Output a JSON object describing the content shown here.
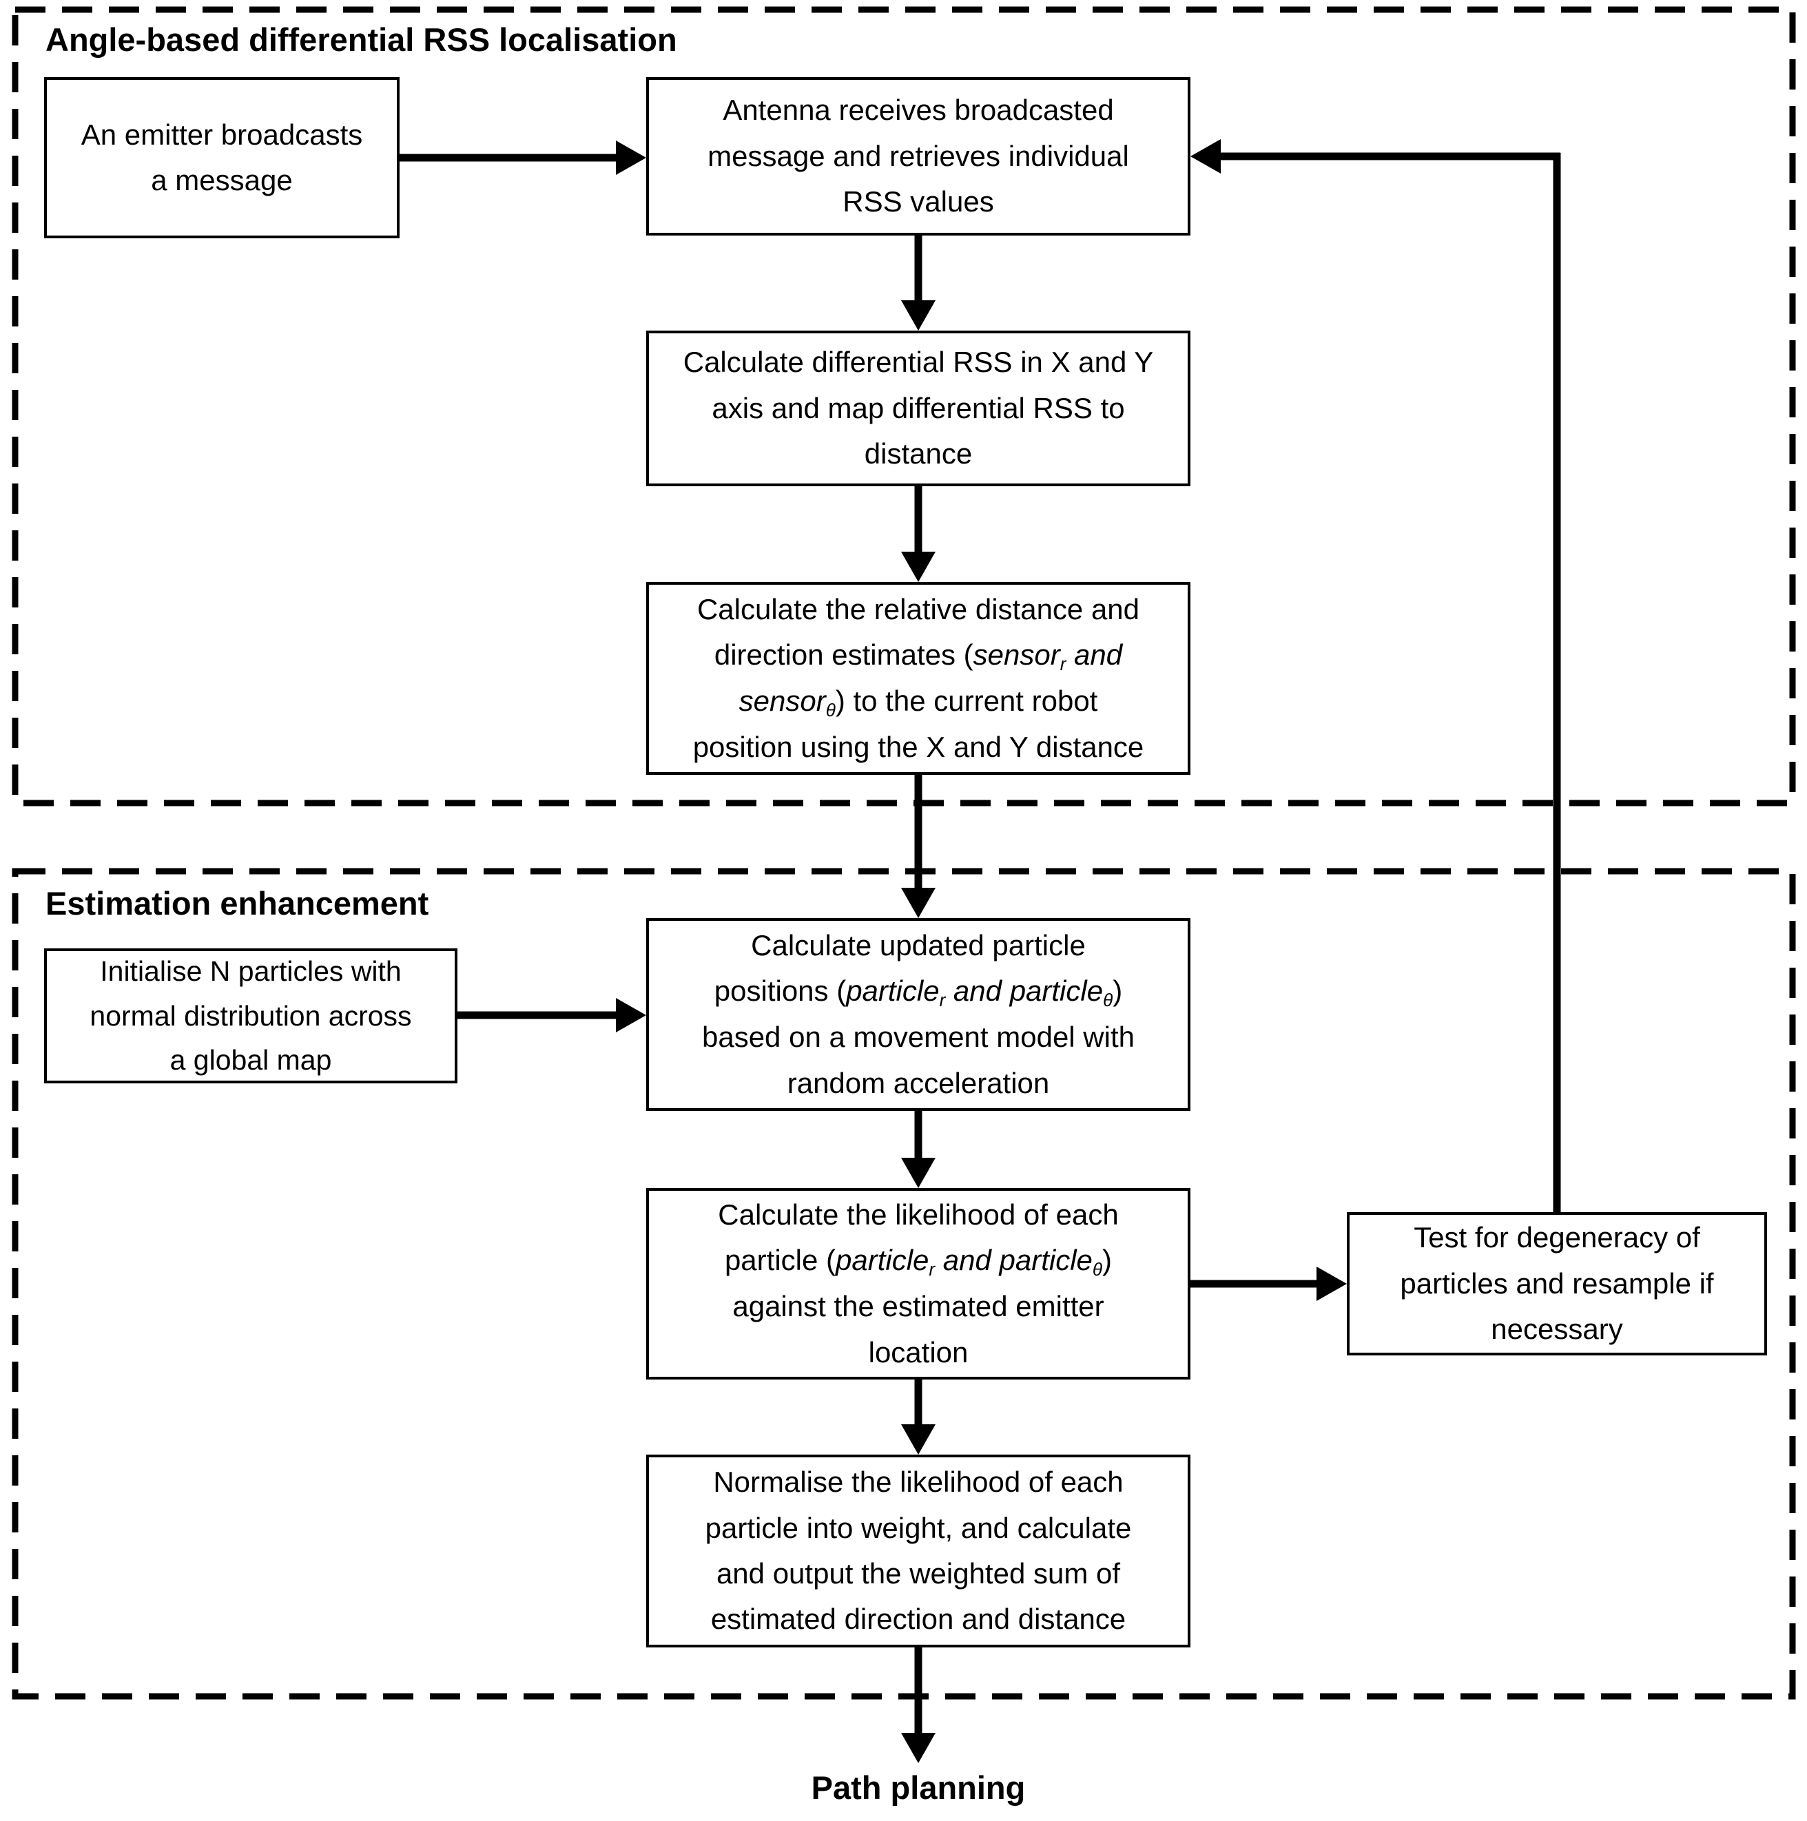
{
  "colors": {
    "ink": "#000000",
    "background": "#ffffff"
  },
  "sections": {
    "localisation": {
      "title": "Angle-based differential RSS localisation"
    },
    "enhancement": {
      "title": "Estimation enhancement"
    }
  },
  "boxes": {
    "emitter": {
      "lines": [
        "An emitter broadcasts",
        "a message"
      ]
    },
    "antenna": {
      "lines": [
        "Antenna receives broadcasted",
        "message and retrieves individual",
        "RSS values"
      ]
    },
    "diff_rss": {
      "lines": [
        "Calculate differential RSS in X and Y",
        "axis and map differential RSS to",
        "distance"
      ]
    },
    "sensor_estimates": {
      "lines": [
        [
          "Calculate the relative distance and"
        ],
        [
          "direction estimates (",
          {
            "t": "sensor",
            "s": "i"
          },
          {
            "t": "r",
            "s": "sub"
          },
          {
            "t": " and",
            "s": "i"
          }
        ],
        [
          {
            "t": "sensor",
            "s": "i"
          },
          {
            "t": "θ",
            "s": "sub"
          },
          ") to the current robot"
        ],
        [
          "position using the X and Y distance"
        ]
      ]
    },
    "init_particles": {
      "lines": [
        "Initialise N particles with",
        "normal distribution across",
        "a global map"
      ]
    },
    "particle_update": {
      "lines": [
        [
          "Calculate updated particle"
        ],
        [
          "positions  (",
          {
            "t": "particle",
            "s": "i"
          },
          {
            "t": "r",
            "s": "sub"
          },
          {
            "t": " and ",
            "s": "i"
          },
          {
            "t": "particle",
            "s": "i"
          },
          {
            "t": "θ",
            "s": "sub"
          },
          ")"
        ],
        [
          "based on a movement model with"
        ],
        [
          "random acceleration"
        ]
      ]
    },
    "likelihood": {
      "lines": [
        [
          "Calculate the likelihood of each"
        ],
        [
          "particle (",
          {
            "t": "particle",
            "s": "i"
          },
          {
            "t": "r",
            "s": "sub"
          },
          {
            "t": " and ",
            "s": "i"
          },
          {
            "t": "particle",
            "s": "i"
          },
          {
            "t": "θ",
            "s": "sub"
          },
          ")"
        ],
        [
          "against the estimated emitter"
        ],
        [
          "location"
        ]
      ]
    },
    "degeneracy": {
      "lines": [
        "Test for degeneracy of",
        "particles and resample if",
        "necessary"
      ]
    },
    "normalise": {
      "lines": [
        "Normalise the likelihood of each",
        "particle into weight, and calculate",
        "and output the weighted sum of",
        "estimated direction and distance"
      ]
    }
  },
  "footer": {
    "label": "Path planning"
  }
}
